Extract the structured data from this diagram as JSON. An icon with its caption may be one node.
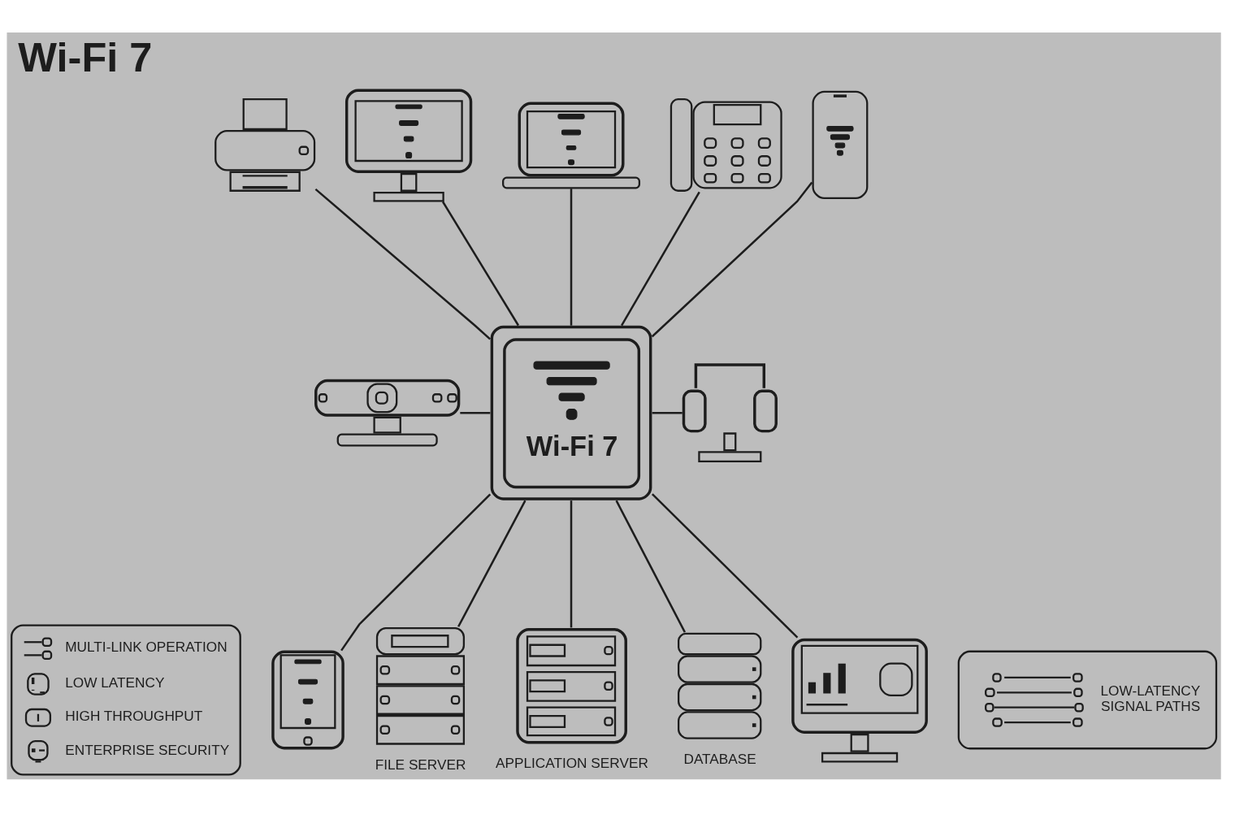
{
  "diagram": {
    "title": "Wi-Fi 7",
    "nodes": [
      {
        "text": [
          "Wi-Fi 7"
        ]
      },
      {
        "text": [],
        "shape": "picture"
      },
      {
        "text": [],
        "shape": "picture"
      },
      {
        "text": [],
        "shape": "picture"
      },
      {
        "text": [],
        "shape": "picture"
      },
      {
        "text": [],
        "shape": "picture"
      },
      {
        "text": [],
        "shape": "picture"
      },
      {
        "text": [],
        "shape": "picture"
      },
      {
        "text": [],
        "shape": "picture"
      },
      {
        "text": [],
        "shape": "picture"
      },
      {
        "text": [
          "FILE SERVER"
        ]
      },
      {
        "text": [
          "APPLICATION SERVER"
        ]
      },
      {
        "text": [
          "DATABASE"
        ]
      }
    ],
    "edges": [
      {
        "from": 1,
        "to": 0,
        "arrow": "none"
      },
      {
        "from": 2,
        "to": 0,
        "arrow": "none"
      },
      {
        "from": 3,
        "to": 0,
        "arrow": "none"
      },
      {
        "from": 4,
        "to": 0,
        "arrow": "none"
      },
      {
        "from": 5,
        "to": 0,
        "arrow": "none"
      },
      {
        "from": 6,
        "to": 0,
        "arrow": "none"
      },
      {
        "from": 0,
        "to": 7,
        "arrow": "none"
      },
      {
        "from": 0,
        "to": 8,
        "arrow": "none"
      },
      {
        "from": 0,
        "to": 9,
        "arrow": "none"
      },
      {
        "from": 0,
        "to": 10,
        "arrow": "none"
      },
      {
        "from": 0,
        "to": 11,
        "arrow": "none"
      },
      {
        "from": 0,
        "to": 12,
        "arrow": "none"
      }
    ],
    "labels": [
      "LOW-LATENCY SIGNAL PATHS"
    ],
    "legend": [
      {
        "text": "MULTI-LINK OPERATION"
      },
      {
        "text": "LOW LATENCY"
      },
      {
        "text": "HIGH THROUGHPUT"
      },
      {
        "text": "ENTERPRISE SECURITY"
      }
    ]
  }
}
